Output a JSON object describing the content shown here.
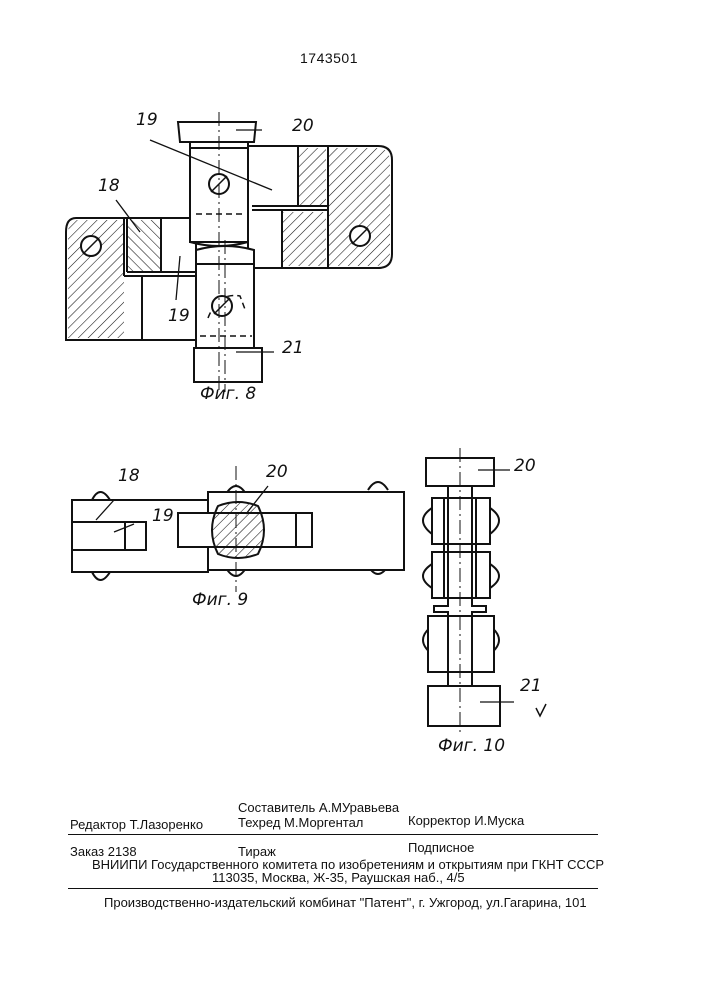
{
  "patent_number": "1743501",
  "labels": {
    "f8_19_top": "19",
    "f8_20": "20",
    "f8_18": "18",
    "f8_19_bottom": "19",
    "f8_21": "21",
    "f9_18": "18",
    "f9_19": "19",
    "f9_20": "20",
    "f10_20": "20",
    "f10_21": "21"
  },
  "captions": {
    "fig8": "Фиг. 8",
    "fig9": "Фиг. 9",
    "fig10": "Фиг. 10"
  },
  "imprint": {
    "editor": "Редактор  Т.Лазоренко",
    "compiler": "Составитель  А.МУравьева",
    "techred": "Техред М.Моргентал",
    "corrector": "Корректор  И.Муска",
    "order": "Заказ 2138",
    "circulation": "Тираж",
    "subscription": "Подписное",
    "vniipi": "ВНИИПИ Государственного комитета по изобретениям и открытиям при ГКНТ СССР",
    "address": "113035, Москва, Ж-35, Раушская наб., 4/5",
    "printer": "Производственно-издательский комбинат \"Патент\", г. Ужгород, ул.Гагарина, 101"
  },
  "colors": {
    "ink": "#111111",
    "paper": "#ffffff"
  }
}
